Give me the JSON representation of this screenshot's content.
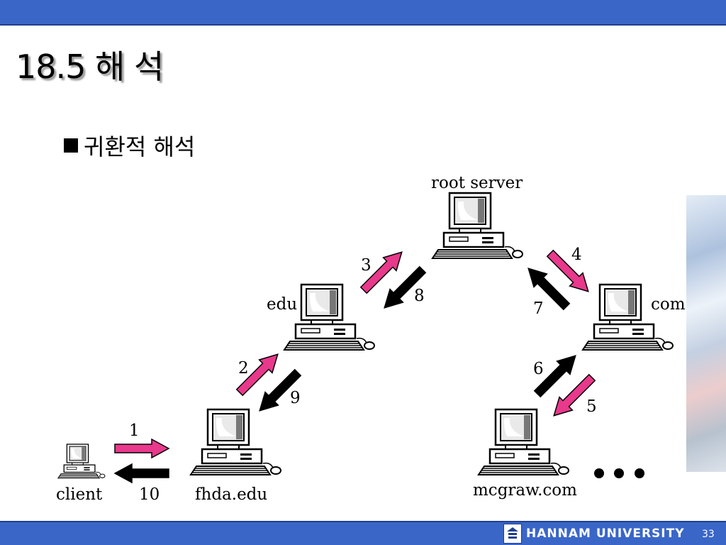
{
  "slide": {
    "title": "18.5 해 석",
    "bullet": "귀환적 해석",
    "page_number": "33",
    "university": "HANNAM UNIVERSITY"
  },
  "diagram": {
    "nodes": {
      "root": "root server",
      "edu": "edu",
      "com": "com",
      "client": "client",
      "fhda": "fhda.edu",
      "mcgraw": "mcgraw.com"
    },
    "steps": [
      "1",
      "2",
      "3",
      "4",
      "5",
      "6",
      "7",
      "8",
      "9",
      "10"
    ],
    "colors": {
      "request": "#e8398c",
      "response": "#000000"
    }
  }
}
